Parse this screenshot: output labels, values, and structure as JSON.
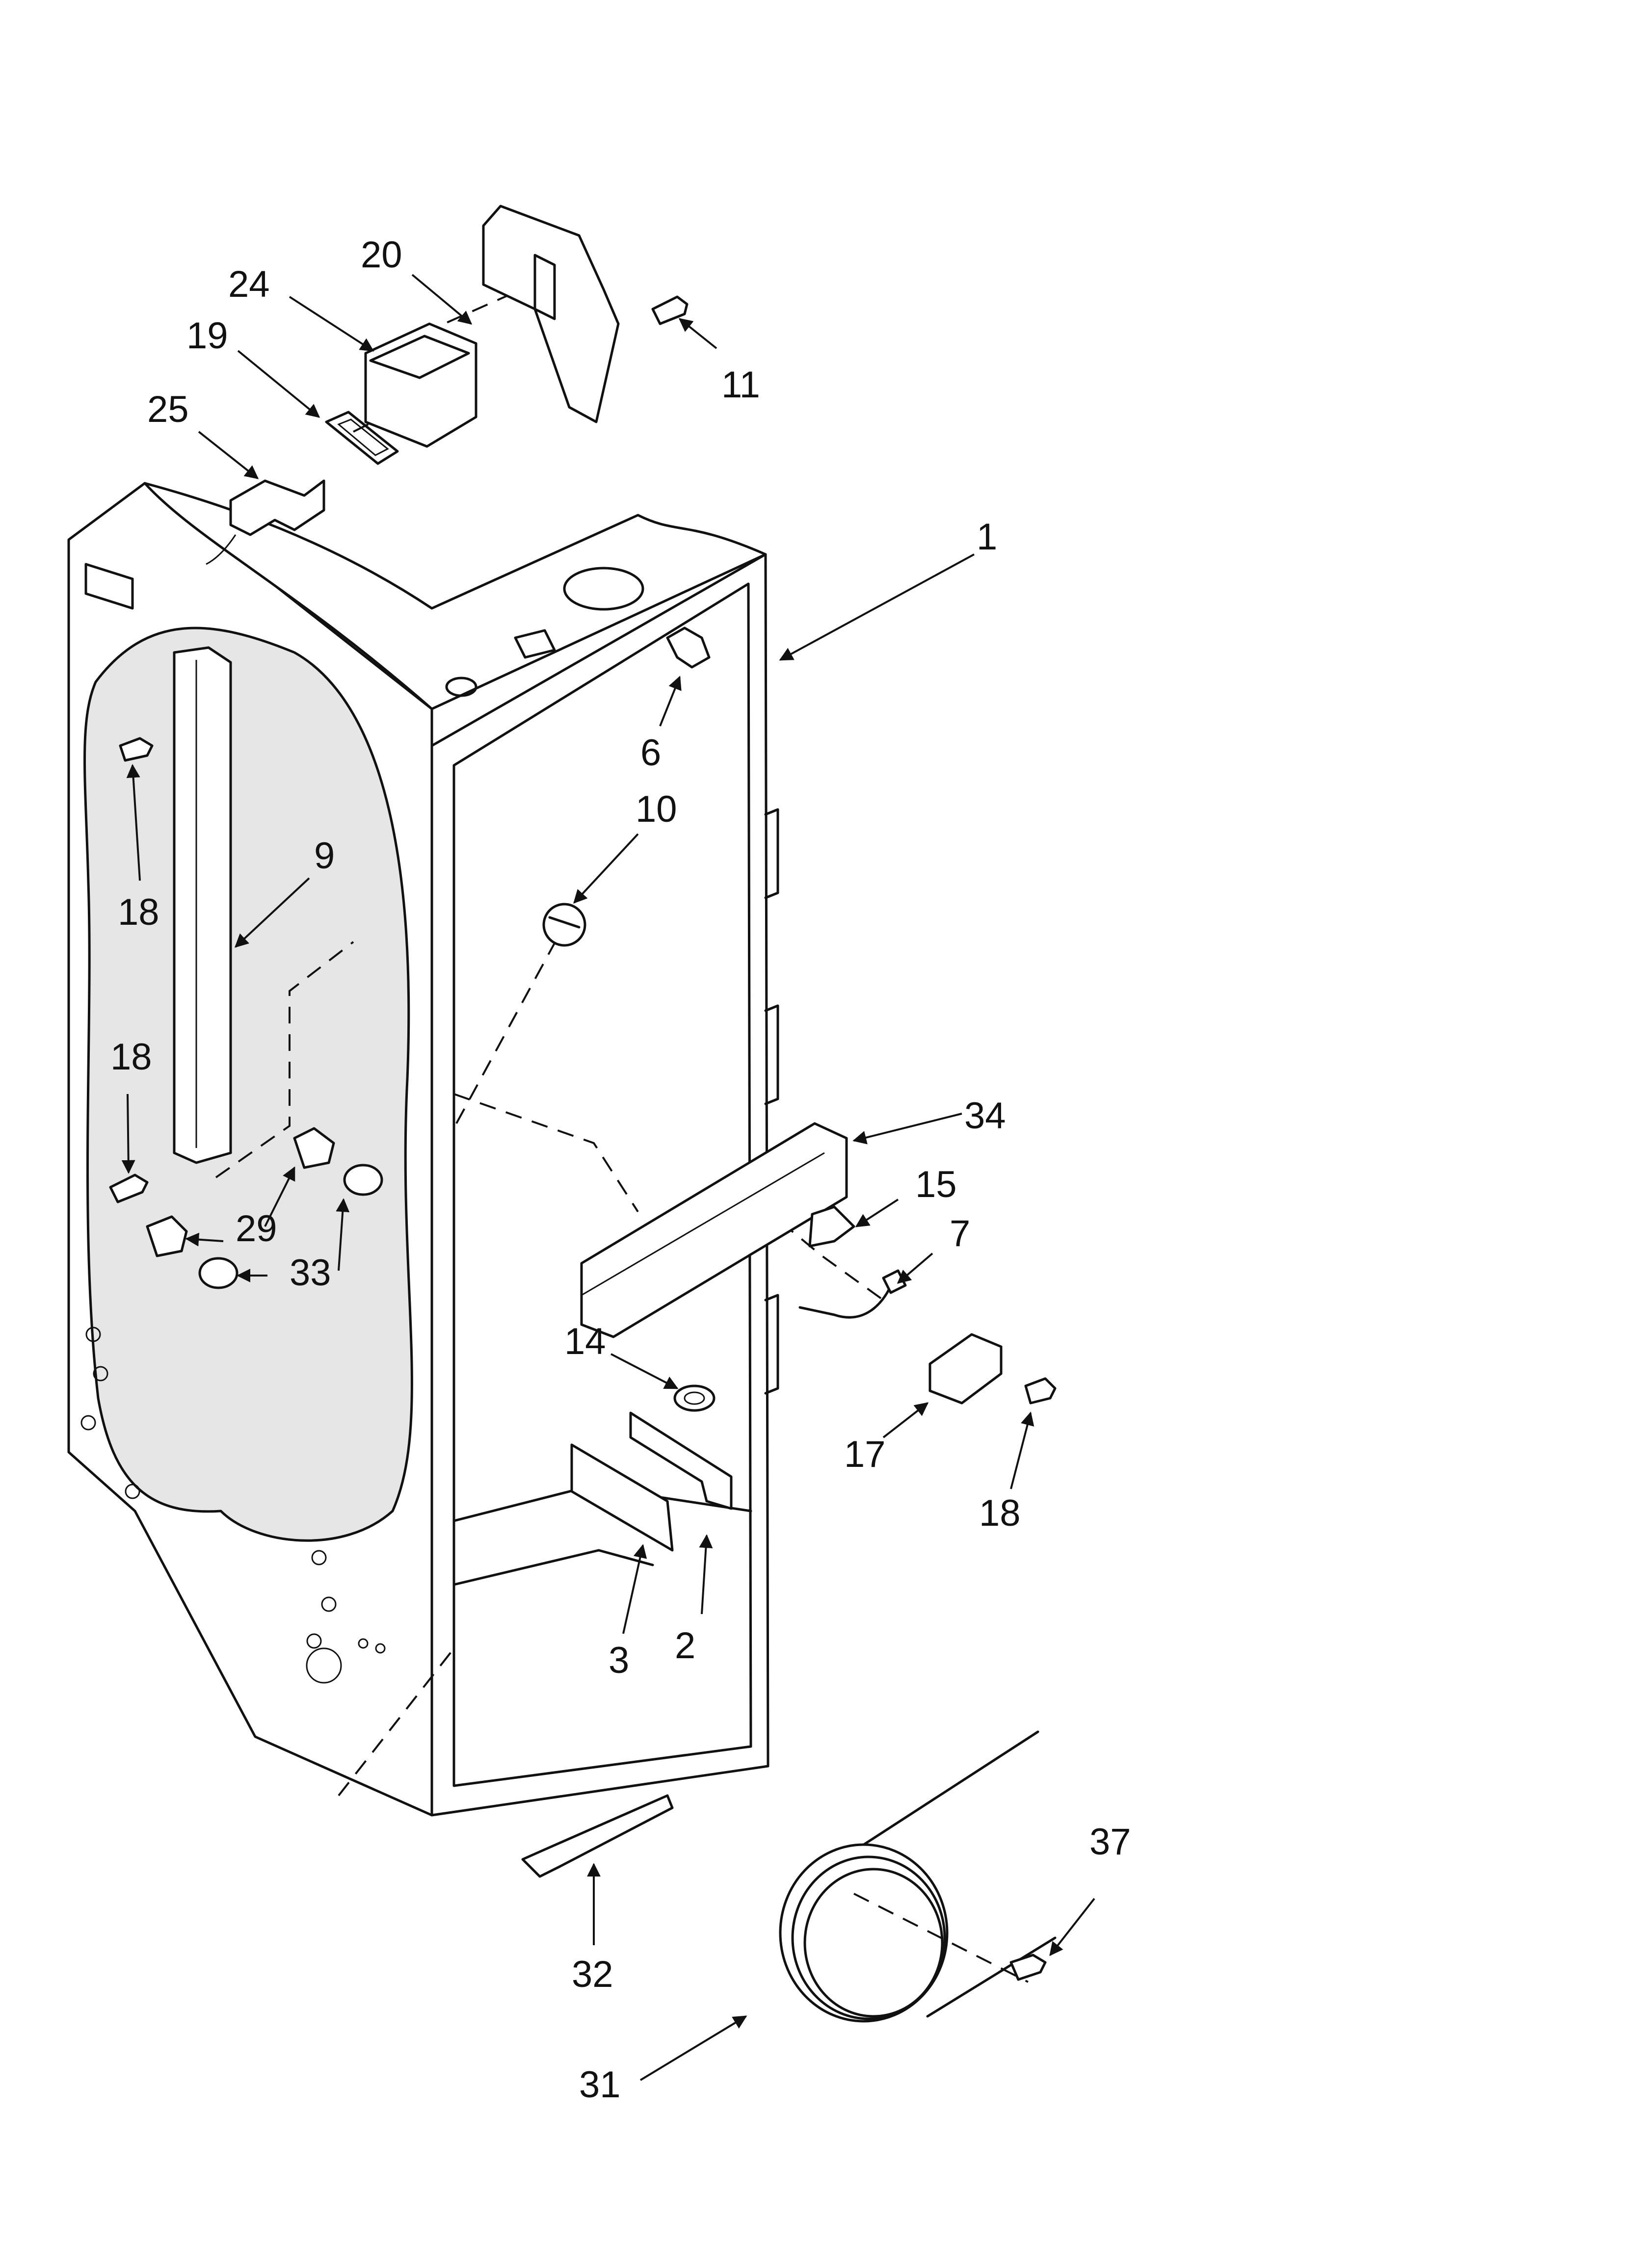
{
  "diagram": {
    "callouts": [
      "1",
      "2",
      "3",
      "6",
      "7",
      "9",
      "10",
      "11",
      "14",
      "15",
      "17",
      "18",
      "19",
      "20",
      "24",
      "25",
      "29",
      "31",
      "32",
      "33",
      "34",
      "37"
    ]
  }
}
